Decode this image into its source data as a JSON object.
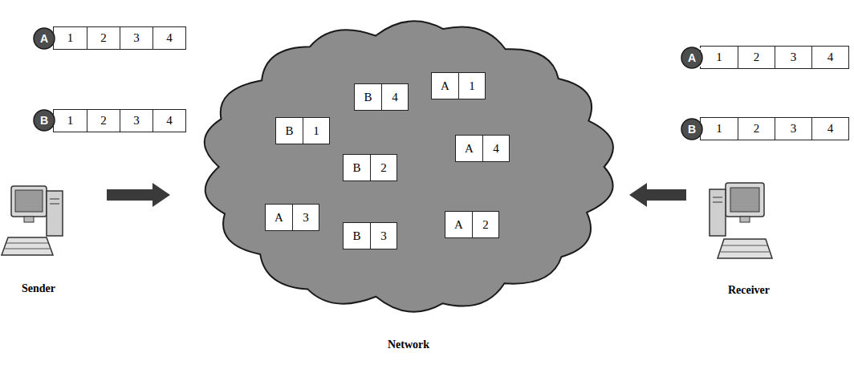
{
  "diagram": {
    "nodes": [
      {
        "text": [
          "A"
        ]
      },
      {
        "text": [
          "1",
          "2",
          "3",
          "4"
        ]
      },
      {
        "text": [
          "B"
        ]
      },
      {
        "text": [
          "1",
          "2",
          "3",
          "4"
        ]
      },
      {
        "text": [
          "Network"
        ]
      },
      {
        "text": [
          "A",
          "1"
        ],
        "in": 4
      },
      {
        "text": [
          "B",
          "4"
        ],
        "in": 4
      },
      {
        "text": [
          "B",
          "1"
        ],
        "in": 4
      },
      {
        "text": [
          "A",
          "4"
        ],
        "in": 4
      },
      {
        "text": [
          "B",
          "2"
        ],
        "in": 4
      },
      {
        "text": [
          "A",
          "3"
        ],
        "in": 4
      },
      {
        "text": [
          "B",
          "3"
        ],
        "in": 4
      },
      {
        "text": [
          "A",
          "2"
        ],
        "in": 4
      },
      {
        "text": [
          "A"
        ]
      },
      {
        "text": [
          "1",
          "2",
          "3",
          "4"
        ]
      },
      {
        "text": [
          "B"
        ]
      },
      {
        "text": [
          "1",
          "2",
          "3",
          "4"
        ]
      }
    ],
    "labels": [
      "Sender",
      "Receiver"
    ]
  }
}
